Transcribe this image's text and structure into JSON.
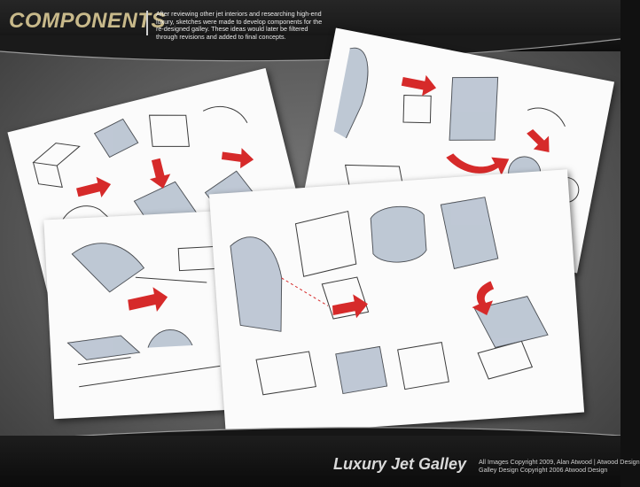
{
  "header": {
    "title": "COMPONENTS",
    "intro": "After reviewing other jet interiors and researching high-end luxury, sketches were made to develop components for the re-designed galley.  These ideas would later be filtered through revisions and added to final concepts."
  },
  "footer": {
    "project": "Luxury Jet Galley",
    "copyright_line1": "All Images Copyright 2009, Alan Atwood | Atwood Design",
    "copyright_line2": "Galley Design Copyright 2006 Atwood Design"
  },
  "colors": {
    "accent_gold": "#c8b98a",
    "arrow_red": "#d62a2a",
    "sketch_blue": "#7d8fa8",
    "paper": "#fbfbfb"
  },
  "sheets": [
    {
      "name": "sketch-sheet-hinges-and-latches"
    },
    {
      "name": "sketch-sheet-drawer-mechanisms"
    },
    {
      "name": "sketch-sheet-counter-and-shelves"
    },
    {
      "name": "sketch-sheet-galley-units"
    }
  ]
}
